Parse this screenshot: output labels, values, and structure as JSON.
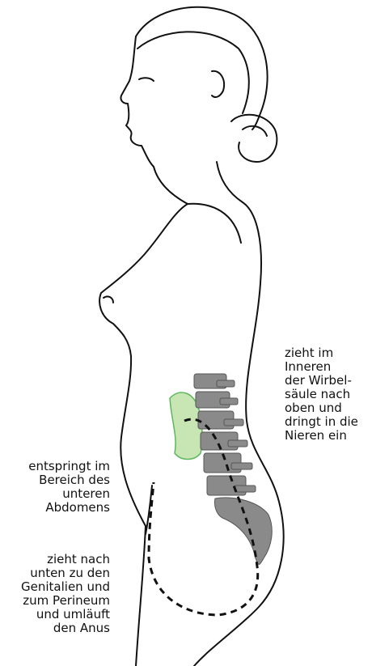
{
  "annotations": {
    "spine_path": [
      "zieht im",
      "Inneren",
      "der Wirbel-",
      "säule nach",
      "oben und",
      "dringt in die",
      "Nieren ein"
    ],
    "origin": [
      "entspringt im",
      "Bereich des",
      "unteren",
      "Abdomens"
    ],
    "lower_path": [
      "zieht nach",
      "unten zu den",
      "Genitalien und",
      "zum Perineum",
      "und umläuft",
      "den Anus"
    ]
  },
  "colors": {
    "outline": "#111111",
    "vertebrae": "#8a8a8a",
    "kidney_fill": "#c8e6b4",
    "kidney_stroke": "#5cb85c"
  }
}
